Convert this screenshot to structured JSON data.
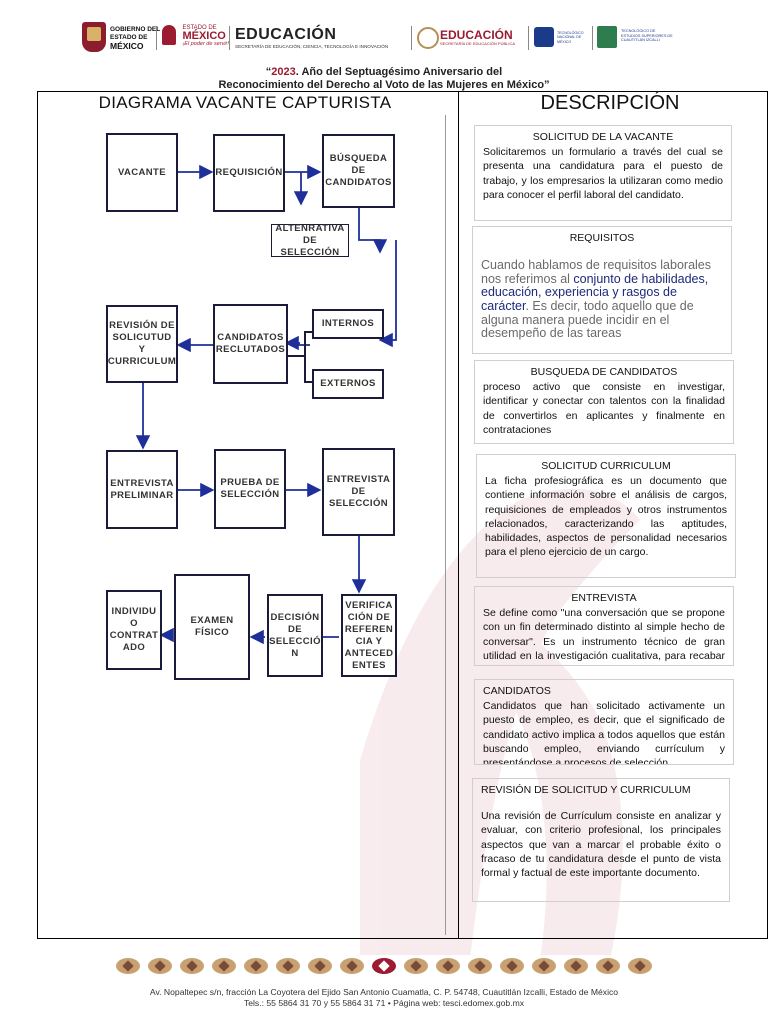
{
  "header": {
    "gob_line1": "GOBIERNO DEL",
    "gob_line2": "ESTADO DE",
    "gob_line3": "MÉXICO",
    "edomex_top": "ESTADO DE",
    "edomex_name": "MÉXICO",
    "edomex_tag": "¡El poder de servir!",
    "edu_title": "EDUCACIÓN",
    "edu_sub": "SECRETARÍA DE EDUCACIÓN, CIENCIA, TECNOLOGÍA E INNOVACIÓN",
    "edu_fed_title": "EDUCACIÓN",
    "edu_fed_sub": "SECRETARÍA DE EDUCACIÓN PÚBLICA",
    "tecnm": "TECNOLÓGICO NACIONAL DE MÉXICO",
    "tesci": "TECNOLÓGICO DE ESTUDIOS SUPERIORES DE CUAUTITLÁN IZCALLI"
  },
  "motto": {
    "year": "2023",
    "line1_rest": ". Año del Septuagésimo Aniversario del",
    "line2": "Reconocimiento del Derecho al Voto de las Mujeres en México”",
    "open_quote": "“"
  },
  "left_title": "DIAGRAMA VACANTE CAPTURISTA",
  "right_title": "DESCRIPCIÓN",
  "diagram": {
    "vacante": "VACANTE",
    "requisicion": "REQUISICIÓN",
    "busqueda": "BÚSQUEDA DE CANDIDATOS",
    "alternativa": "ALTENRATIVA DE SELECCIÓN",
    "internos": "INTERNOS",
    "externos": "EXTERNOS",
    "candidatos": "CANDIDATOS RECLUTADOS",
    "revision": "REVISIÓN DE SOLICUTUD Y CURRICULUM",
    "entrevista_pre": "ENTREVISTA PRELIMINAR",
    "prueba": "PRUEBA DE SELECCIÓN",
    "entrevista_sel": "ENTREVISTA DE SELECCIÓN",
    "verificacion": "VERIFICA CIÓN DE REFEREN CIA Y ANTECED ENTES",
    "decision": "DECISIÓN DE SELECCIÓ N",
    "examen": "EXAMEN FÍSICO",
    "individuo": "INDIVIDU O CONTRAT ADO"
  },
  "descriptions": [
    {
      "title": "SOLICITUD DE LA VACANTE",
      "text": "Solicitaremos un formulario a través del cual se presenta una candidatura para el puesto de trabajo, y los empresarios la utilizaran como medio para conocer el perfil laboral del candidato."
    },
    {
      "title": "REQUISITOS",
      "text_a": "Cuando hablamos de requisitos laborales nos referimos al ",
      "text_hl": "conjunto de habilidades, educación, experiencia y rasgos de carácter",
      "text_b": ". Es decir, todo aquello que de alguna manera puede incidir en el desempeño de las tareas"
    },
    {
      "title": "BUSQUEDA DE CANDIDATOS",
      "text": "proceso activo que consiste en investigar, identificar y conectar con talentos con la finalidad de convertirlos en aplicantes y finalmente en contrataciones"
    },
    {
      "title": "SOLICITUD CURRICULUM",
      "text": "La ficha profesiográfica es un documento que contiene información sobre el análisis de cargos, requisiciones de empleados y otros instrumentos relacionados, caracterizando las aptitudes, habilidades, aspectos de personalidad necesarios para el pleno ejercicio de un cargo."
    },
    {
      "title": "ENTREVISTA",
      "text": "Se define como \"una conversación que se propone con un fin determinado distinto al simple hecho de conversar\". Es un instrumento técnico de gran utilidad en la investigación cualitativa, para recabar datos."
    },
    {
      "title": "CANDIDATOS",
      "text": " Candidatos que han solicitado activamente un puesto de empleo, es decir, que el significado de candidato activo implica a todos aquellos que están buscando empleo, enviando currículum y presentándose a procesos de selección."
    },
    {
      "title": "REVISIÓN DE SOLICITUD Y CURRICULUM",
      "text": "Una revisión de Currículum consiste en analizar y evaluar, con criterio profesional, los principales aspectos que van a marcar el probable éxito o fracaso de tu candidatura desde el punto de vista formal y factual de este importante documento."
    }
  ],
  "footer": {
    "line1": "Av. Nopaltepec s/n, fracción La Coyotera del Ejido San Antonio Cuamatla, C. P. 54748, Cuautitlán Izcalli, Estado de México",
    "line2": "Tels.: 55 5864 31 70 y 55 5864 31 71 • Página web: tesci.edomex.gob.mx"
  },
  "colors": {
    "arrow": "#1f2f9a",
    "brand": "#9b1b30",
    "box_border": "#1a1a3a"
  }
}
